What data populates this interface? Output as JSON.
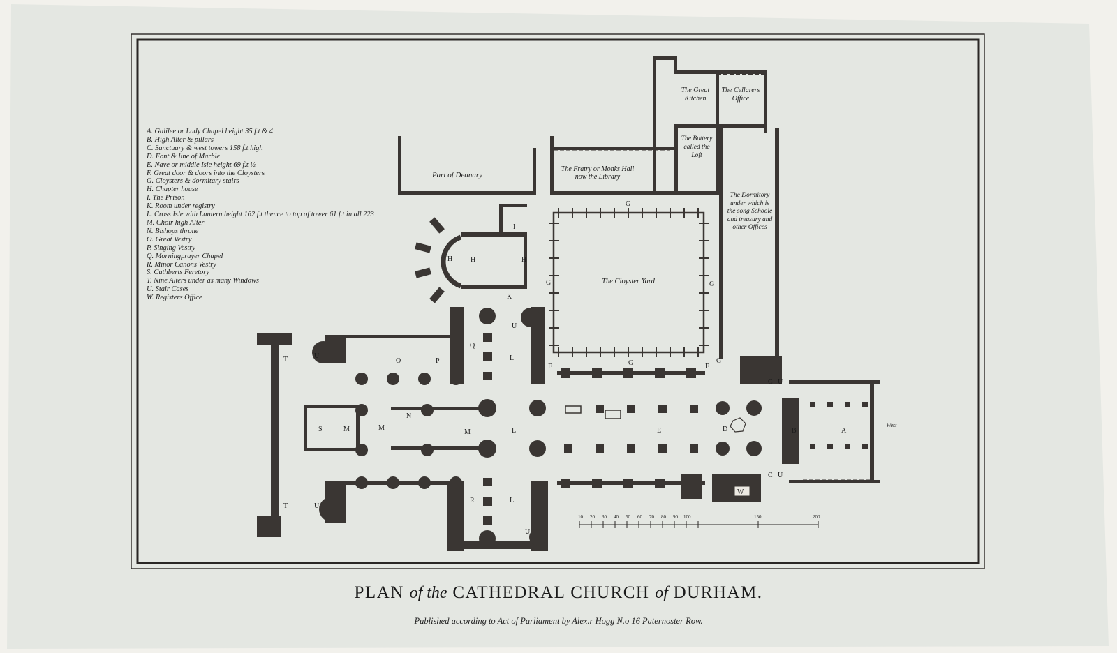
{
  "title": {
    "plan": "PLAN",
    "of1": "of the",
    "cathedral": "CATHEDRAL CHURCH",
    "of2": "of",
    "place": "DURHAM."
  },
  "imprint": "Published according to Act of Parliament by Alex.r Hogg N.o 16 Paternoster Row.",
  "key": [
    "A. Galilee or Lady Chapel height 35 f.t & 4",
    "B. High Alter & pillars",
    "C. Sanctuary & west towers 158 f.t high",
    "D. Font & line of Marble",
    "E. Nave or middle Isle height 69 f.t ½",
    "F. Great door & doors into the Cloysters",
    "G. Cloysters & dormitary stairs",
    "H. Chapter house",
    "I. The Prison",
    "K. Room under registry",
    "L. Cross Isle with Lantern height 162 f.t thence to top of tower 61 f.t in all 223",
    "M. Choir high Alter",
    "N. Bishops throne",
    "O. Great Vestry",
    "P. Singing Vestry",
    "Q. Morningprayer Chapel",
    "R. Minor Canons Vestry",
    "S. Cuthberts Feretory",
    "T. Nine Alters under as many Windows",
    "U. Stair Cases",
    "W. Registers Office"
  ],
  "rooms": {
    "kitchen": "The Great Kitchen",
    "cellarers": "The Cellarers Office",
    "buttery": "The Buttery called the Loft",
    "fratry": "The Fratry or Monks Hall now the Library",
    "deanary": "Part of Deanary",
    "dormitory": "The Dormitory under which is the song Schoole and treasury and other Offices",
    "cloyster_yard": "The Cloyster Yard",
    "west": "West"
  },
  "letters": {
    "A": "A",
    "B": "B",
    "C": "C",
    "D": "D",
    "E": "E",
    "F": "F",
    "G": "G",
    "H": "H",
    "I": "I",
    "K": "K",
    "L": "L",
    "M": "M",
    "N": "N",
    "O": "O",
    "P": "P",
    "Q": "Q",
    "R": "R",
    "S": "S",
    "T": "T",
    "U": "U",
    "W": "W"
  },
  "scale_labels": [
    "10",
    "20",
    "30",
    "40",
    "50",
    "60",
    "70",
    "80",
    "90",
    "100",
    "150",
    "200"
  ],
  "colors": {
    "paper": "#e6e8e3",
    "ink": "#2a2725",
    "wall": "#3a3633"
  }
}
